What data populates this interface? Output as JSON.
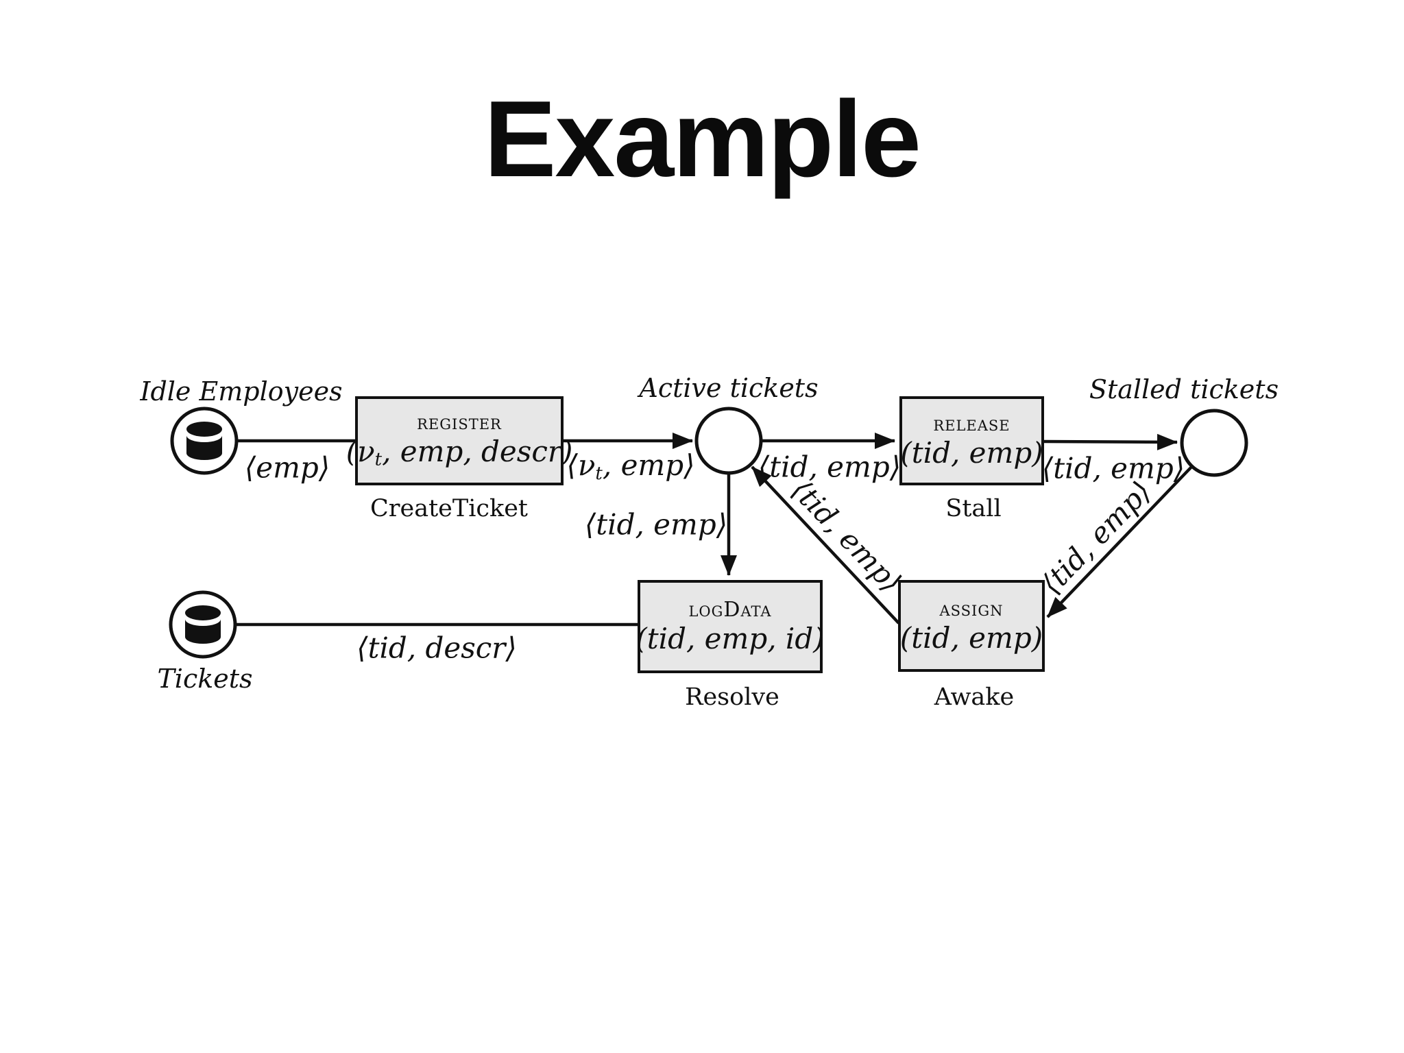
{
  "title": "Example",
  "colors": {
    "background": "#ffffff",
    "box_fill": "#e7e7e7",
    "stroke": "#111111"
  },
  "places": {
    "idle": {
      "label": "Idle Employees",
      "icon": "database-icon"
    },
    "active": {
      "label": "Active tickets"
    },
    "stalled": {
      "label": "Stalled tickets"
    },
    "tickets": {
      "label": "Tickets",
      "icon": "database-icon"
    }
  },
  "transitions": {
    "register": {
      "name": "register",
      "params_pre": "(ν",
      "params_sub": "t",
      "params_post": ", emp, descr)",
      "caption": "CreateTicket"
    },
    "release": {
      "name": "release",
      "params": "(tid, emp)",
      "caption": "Stall"
    },
    "logdata": {
      "name": "logData",
      "params": "(tid, emp, id)",
      "caption": "Resolve"
    },
    "assign": {
      "name": "assign",
      "params": "(tid, emp)",
      "caption": "Awake"
    }
  },
  "edge_labels": {
    "emp": "⟨emp⟩",
    "nu_emp_pre": "⟨ν",
    "nu_emp_sub": "t",
    "nu_emp_post": ", emp⟩",
    "tid_emp_active_release": "⟨tid, emp⟩",
    "tid_emp_release_stalled": "⟨tid, emp⟩",
    "tid_emp_active_logdata": "⟨tid, emp⟩",
    "tid_emp_assign_active": "⟨tid, emp⟩",
    "tid_emp_stalled_assign": "⟨tid, emp⟩",
    "tid_descr": "⟨tid, descr⟩"
  }
}
